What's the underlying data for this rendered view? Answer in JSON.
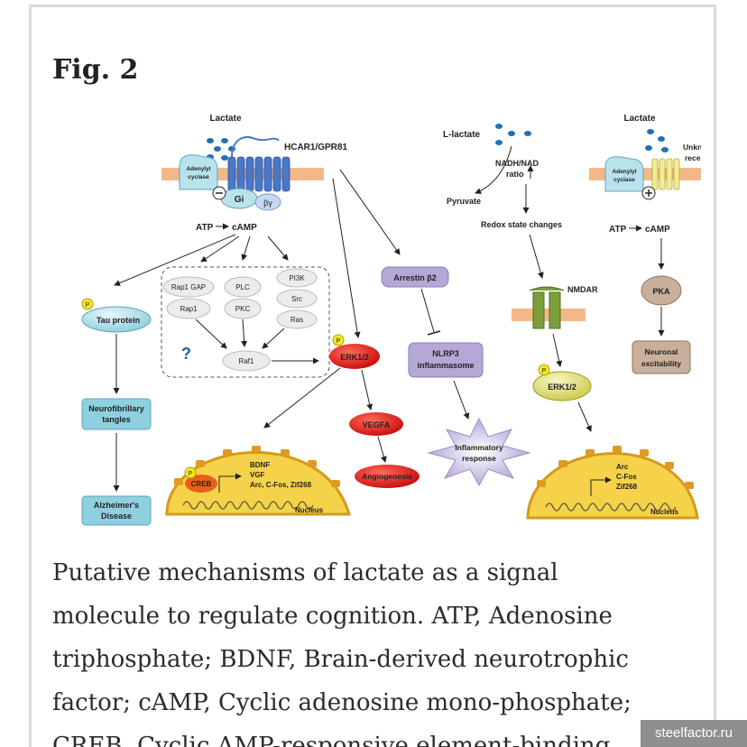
{
  "figure": {
    "title": "Fig. 2",
    "labels": {
      "lactate_left": "Lactate",
      "receptor": "HCAR1/GPR81",
      "adenylyl_cyclase": "Adenylyl cyclase",
      "gi": "Gi",
      "beta_gamma": "βγ",
      "atp_left": "ATP",
      "camp_left": "cAMP",
      "tau_protein": "Tau protein",
      "rap1gap": "Rap1 GAP",
      "rap1": "Rap1",
      "plc": "PLC",
      "pkc": "PKC",
      "pi3k": "PI3K",
      "src": "Src",
      "ras": "Ras",
      "question": "?",
      "raf1": "Raf1",
      "erk_left": "ERK1/2",
      "arrestin": "Arrestin β2",
      "nlrp3_1": "NLRP3",
      "nlrp3_2": "inflammasome",
      "neuro_1": "Neurofibrillary",
      "neuro_2": "tangles",
      "alz_1": "Alzheimer's",
      "alz_2": "Disease",
      "vegfa": "VEGFA",
      "angiogenesis": "Angiogenesis",
      "inflam_1": "Inflammatory",
      "inflam_2": "response",
      "creb": "CREB",
      "bdnf": "BDNF",
      "vgf": "VGF",
      "genes_left": "Arc, C-Fos, Zif268",
      "nucleus_left": "Nucleus",
      "l_lactate": "L-lactate",
      "nadh_1": "NADH/NAD",
      "nadh_2": "ratio",
      "pyruvate": "Pyruvate",
      "redox": "Redox state changes",
      "nmdar": "NMDAR",
      "erk_mid": "ERK1/2",
      "lactate_right": "Lactate",
      "unknown_1": "Unknown",
      "unknown_2": "receptor",
      "atp_right": "ATP",
      "camp_right": "cAMP",
      "pka": "PKA",
      "excit_1": "Neuronal",
      "excit_2": "excitability",
      "arc": "Arc",
      "cfos": "C-Fos",
      "zif": "Zif268",
      "nucleus_right": "Nucleus",
      "p": "P"
    }
  },
  "caption": "Putative mechanisms of lactate as a signal\nmolecule to regulate cognition. ATP, Adenosine\ntriphosphate; BDNF, Brain-derived neurotrophic\nfactor; cAMP, Cyclic adenosine mono-phosphate;\nCREB, Cyclic AMP-responsive element-binding",
  "watermark": "steelfactor.ru",
  "colors": {
    "membrane": "#f3b88a",
    "receptor": "#4a78c8",
    "erk_red": "#e01818",
    "teal_box": "#8fd0e0",
    "purple_box": "#b6a8d6",
    "pka_tan": "#c8b09a",
    "nucleus": "#f0c040"
  }
}
